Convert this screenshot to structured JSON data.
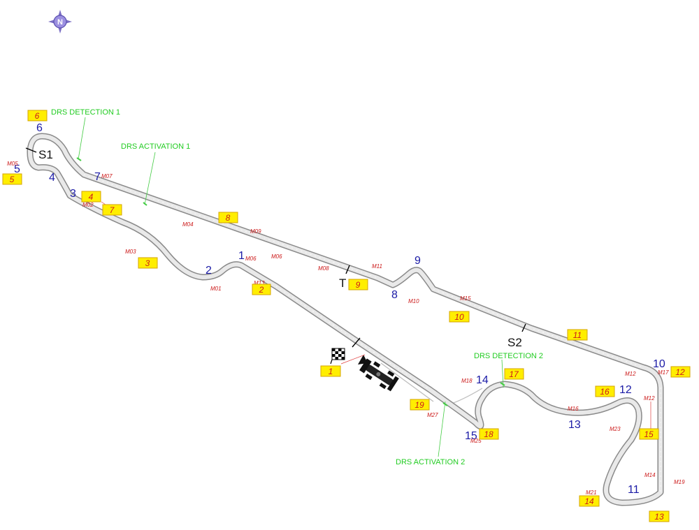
{
  "map": {
    "compass_label": "N",
    "sector_labels": {
      "s1": "S1",
      "s2": "S2",
      "t": "T"
    },
    "turn_numbers": [
      "1",
      "2",
      "3",
      "4",
      "5",
      "6",
      "7",
      "8",
      "9",
      "10",
      "11",
      "12",
      "13",
      "14",
      "15"
    ],
    "marshal_posts": [
      "1",
      "2",
      "3",
      "4",
      "5",
      "6",
      "7",
      "8",
      "9",
      "10",
      "11",
      "12",
      "13",
      "14",
      "15",
      "16",
      "17",
      "18",
      "19"
    ],
    "markers": [
      "M01",
      "M02",
      "M03",
      "M04",
      "M05",
      "M06",
      "M06",
      "M07",
      "M08",
      "M09",
      "M11",
      "M10",
      "M12",
      "M12",
      "M13",
      "M14",
      "M15",
      "M16",
      "M18",
      "M19",
      "M21",
      "M23",
      "M25",
      "M27",
      "M17"
    ],
    "drs": {
      "detection_1": "DRS DETECTION 1",
      "activation_1": "DRS ACTIVATION 1",
      "detection_2": "DRS DETECTION 2",
      "activation_2": "DRS ACTIVATION 2"
    },
    "colors": {
      "track": "#8a8a8a",
      "turn_numbers": "#1a1aa6",
      "marshal_post_fill": "#ffee00",
      "marshal_post_text": "#cc1a1a",
      "drs": "#22cc22",
      "compass": "#7b6fc4"
    }
  }
}
